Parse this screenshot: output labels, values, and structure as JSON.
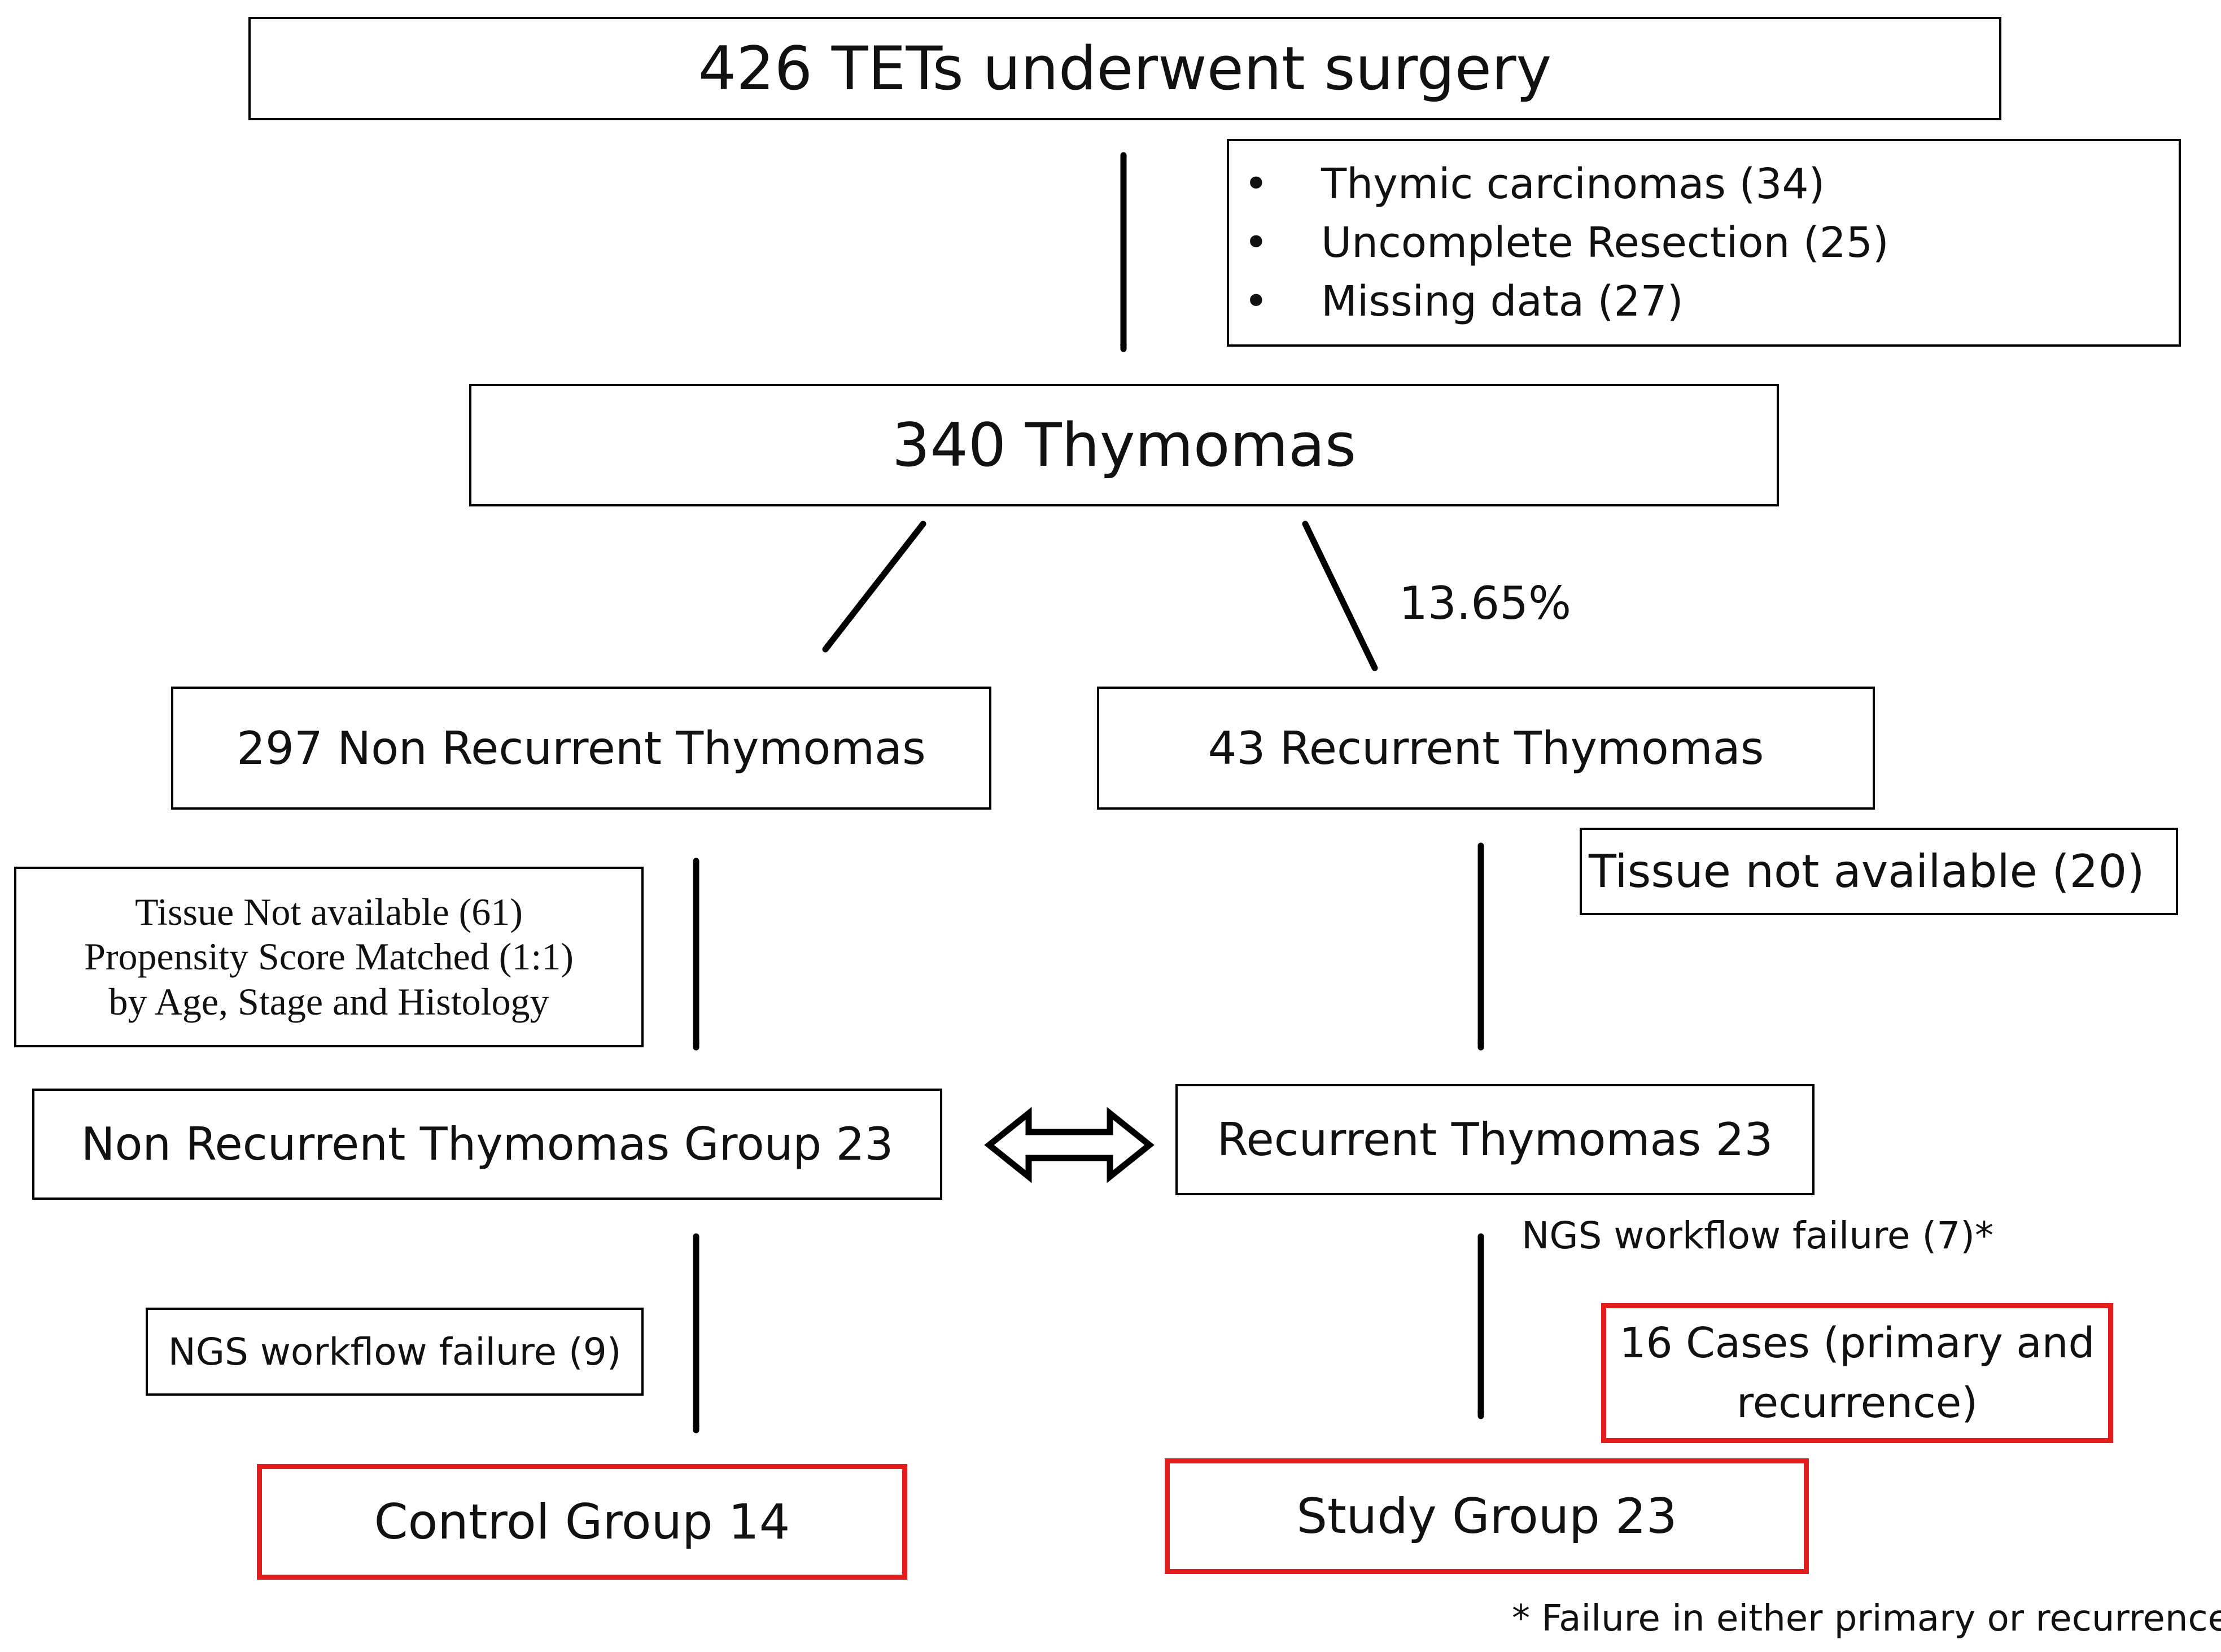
{
  "top": {
    "text": "426 TETs underwent surgery"
  },
  "exclusions": {
    "items": [
      "Thymic carcinomas (34)",
      "Uncomplete Resection (25)",
      "Missing data (27)"
    ]
  },
  "thymomas": {
    "text": "340 Thymomas"
  },
  "split": {
    "pct_label": "13.65%"
  },
  "non_recurrent": {
    "text": "297 Non Recurrent Thymomas"
  },
  "recurrent": {
    "text": "43 Recurrent Thymomas"
  },
  "left_filter": {
    "lines": [
      "Tissue Not available (61)",
      "Propensity Score Matched (1:1)",
      "by Age, Stage and Histology"
    ]
  },
  "right_filter": {
    "text": "Tissue not available (20)"
  },
  "non_rec_group": {
    "text": "Non Recurrent Thymomas Group 23"
  },
  "rec_group": {
    "text": "Recurrent Thymomas 23"
  },
  "ngs_right": {
    "text": "NGS workflow failure (7)*"
  },
  "ngs_left": {
    "text": "NGS workflow failure (9)"
  },
  "cases": {
    "lines": [
      "16 Cases (primary and",
      "recurrence)"
    ]
  },
  "control": {
    "text": "Control Group 14"
  },
  "study": {
    "text": "Study Group 23"
  },
  "footnote": {
    "text": "* Failure in either primary or recurrence"
  },
  "colors": {
    "line": "#000000",
    "highlight": "#e41c1c",
    "text": "#111111"
  }
}
